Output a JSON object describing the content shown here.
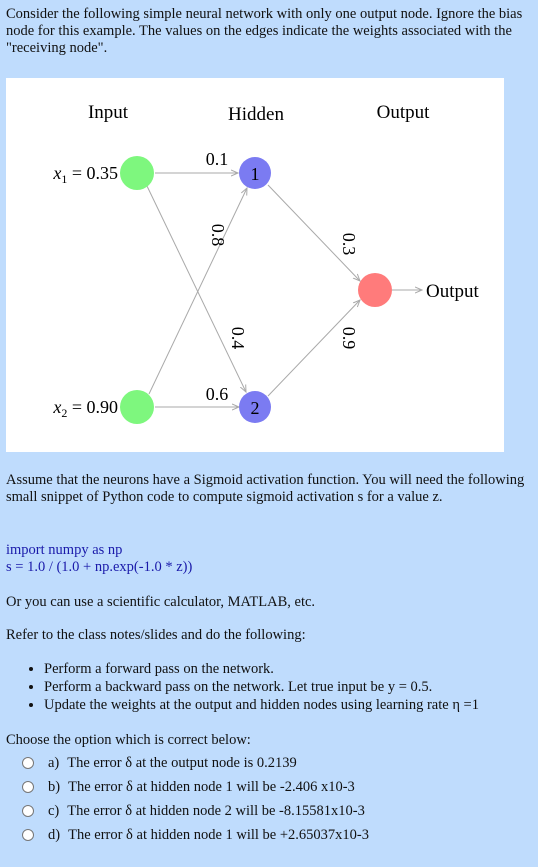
{
  "intro": "Consider the following simple neural network with only one output node. Ignore the bias node for this example. The values on the edges indicate the weights associated with the \"receiving node\".",
  "diagram": {
    "layer_labels": [
      "Input",
      "Hidden",
      "Output"
    ],
    "inputs": [
      {
        "var": "x",
        "sub": "1",
        "eq": " = 0.35"
      },
      {
        "var": "x",
        "sub": "2",
        "eq": " = 0.90"
      }
    ],
    "hidden_nodes": [
      "1",
      "2"
    ],
    "output_label": "Output",
    "weights": {
      "x1_h1": "0.1",
      "x2_h1": "0.8",
      "x1_h2": "0.4",
      "x2_h2": "0.6",
      "h1_out": "0.3",
      "h2_out": "0.9"
    },
    "colors": {
      "input": "#7ef77e",
      "hidden": "#7b7bf2",
      "output": "#ff7b7b",
      "edge": "#a9a9a9"
    }
  },
  "para_sigmoid": "Assume that the neurons have a Sigmoid activation function. You will need the following small snippet of Python code to compute sigmoid activation s for a value z.",
  "code": [
    "import numpy as np",
    "s = 1.0 / (1.0 + np.exp(-1.0 * z))"
  ],
  "para_calculator": "Or you can use a scientific calculator, MATLAB, etc.",
  "para_refer": "Refer to the class notes/slides and do the following:",
  "tasks": [
    "Perform a forward pass on the network.",
    "Perform a backward pass on the network. Let true input be y = 0.5.",
    "Update the weights at the output and hidden nodes using learning rate η =1"
  ],
  "question": "Choose the option which is correct below:",
  "options": [
    {
      "label": "a)",
      "text": "The error δ at the output node is 0.2139"
    },
    {
      "label": "b)",
      "text": "The error δ at hidden node 1 will be -2.406 x10-3"
    },
    {
      "label": "c)",
      "text": "The error δ at hidden node 2 will be -8.15581x10-3"
    },
    {
      "label": "d)",
      "text": "The error δ at hidden node 1 will be +2.65037x10-3"
    }
  ]
}
